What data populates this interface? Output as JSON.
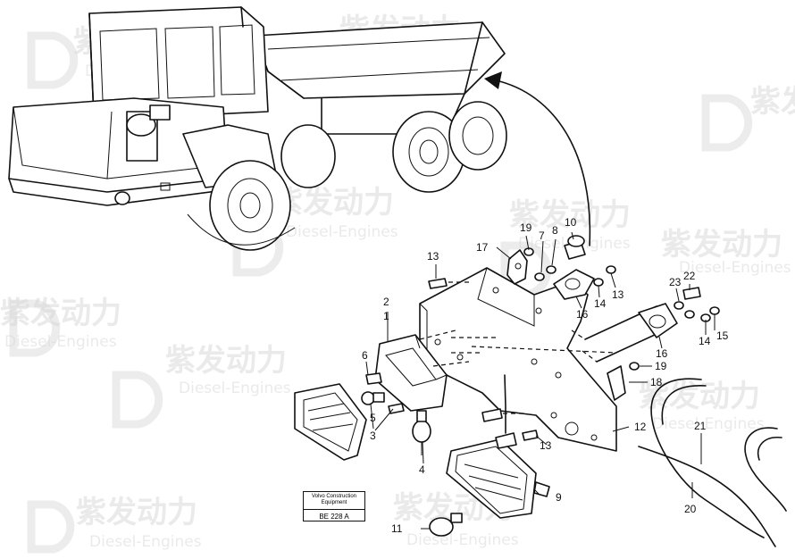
{
  "watermark": {
    "brand": "紫发动力",
    "subtitle": "Diesel-Engines"
  },
  "reference_box": {
    "brand_line1": "Volvo Construction",
    "brand_line2": "Equipment",
    "code": "BE 228 A"
  },
  "callouts": {
    "c1": "1",
    "c2": "2",
    "c3": "3",
    "c4": "4",
    "c5": "5",
    "c6": "6",
    "c7": "7",
    "c8": "8",
    "c9": "9",
    "c10": "10",
    "c11": "11",
    "c12": "12",
    "c13a": "13",
    "c13b": "13",
    "c13c": "13",
    "c14a": "14",
    "c14b": "14",
    "c15": "15",
    "c16a": "16",
    "c16b": "16",
    "c17": "17",
    "c18": "18",
    "c19a": "19",
    "c19b": "19",
    "c20": "20",
    "c21": "21",
    "c22": "22",
    "c23": "23"
  }
}
